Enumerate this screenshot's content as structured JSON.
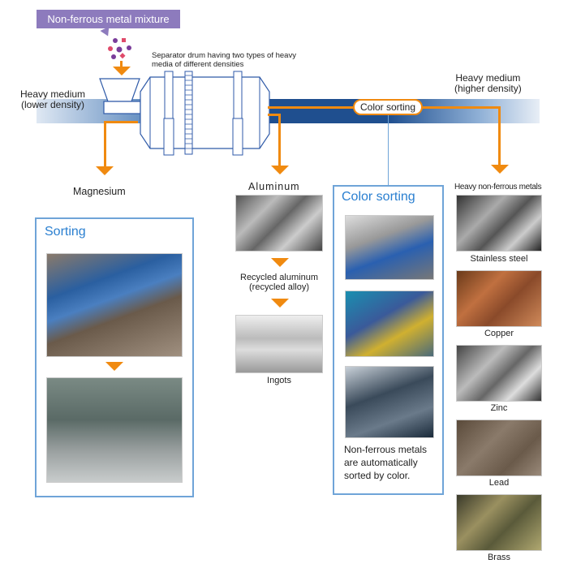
{
  "header": {
    "mixture_label": "Non-ferrous metal mixture",
    "drum_caption": "Separator drum having two types of heavy media of different densities",
    "left_medium": [
      "Heavy medium",
      "(lower density)"
    ],
    "right_medium": [
      "Heavy medium",
      "(higher density)"
    ],
    "pill": "Color sorting"
  },
  "outputs": {
    "magnesium": "Magnesium",
    "aluminum": "Aluminum"
  },
  "sorting": {
    "title": "Sorting"
  },
  "aluminum_col": {
    "recycled": [
      "Recycled aluminum",
      "(recycled alloy)"
    ],
    "ingots": "Ingots"
  },
  "color_sorting": {
    "title": "Color sorting",
    "desc": [
      "Non-ferrous metals",
      "are automatically",
      "sorted by color."
    ]
  },
  "heavy": {
    "title": "Heavy non-ferrous metals",
    "items": [
      "Stainless steel",
      "Copper",
      "Zinc",
      "Lead",
      "Brass"
    ]
  },
  "colors": {
    "accent": "#f08a10",
    "box_border": "#6fa4d8",
    "title_blue": "#2a7fd0",
    "label_purple": "#8d7bbd",
    "band_blue": "#1f4f8f"
  }
}
